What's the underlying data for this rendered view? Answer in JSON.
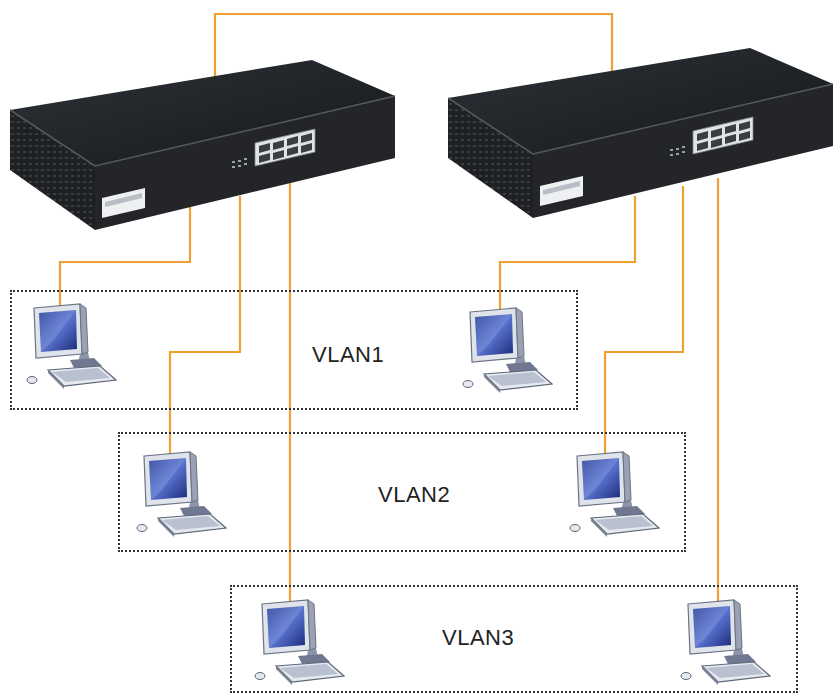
{
  "diagram": {
    "nodes": [
      {
        "text": [
          "VLAN1"
        ]
      },
      {
        "text": [
          "VLAN2"
        ]
      },
      {
        "text": [
          "VLAN3"
        ]
      }
    ]
  }
}
